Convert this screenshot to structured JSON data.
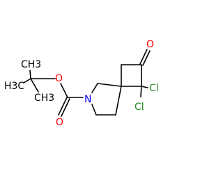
{
  "molecule": {
    "atoms": {
      "methyl_top": "CH3",
      "methyl_left": "H3C",
      "methyl_bottom": "CH3",
      "ester_oxygen": "O",
      "nitrogen": "N",
      "carbonyl_oxygen_carbamate": "O",
      "ketone_oxygen": "O",
      "chlorine_1": "Cl",
      "chlorine_2": "Cl"
    },
    "colors": {
      "bond": "#000000",
      "carbon_label": "#000000",
      "oxygen": "#ff0000",
      "nitrogen": "#0000ff",
      "chlorine": "#228b22"
    }
  }
}
